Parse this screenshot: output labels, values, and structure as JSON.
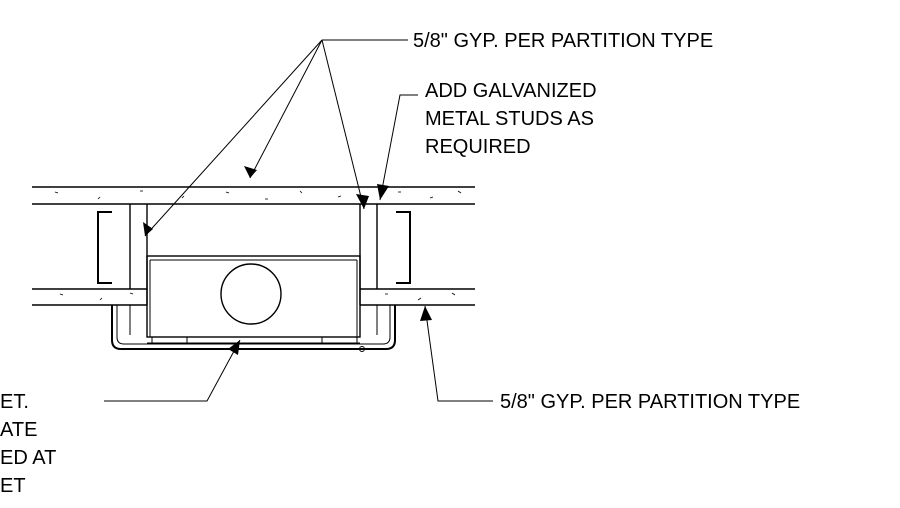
{
  "notes": {
    "top_right_1": "5/8\" GYP. PER PARTITION TYPE",
    "top_right_2": {
      "line1": "ADD GALVANIZED",
      "line2": "METAL STUDS AS",
      "line3": "REQUIRED"
    },
    "bottom_right": "5/8\" GYP. PER PARTITION TYPE",
    "bottom_left": {
      "line1": "ET.",
      "line2": "ATE",
      "line3": "ED AT",
      "line4": "ET"
    }
  }
}
